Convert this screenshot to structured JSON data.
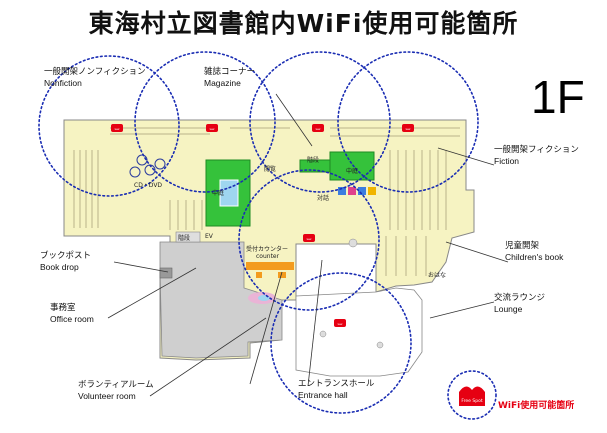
{
  "title": "東海村立図書館内WiFi使用可能箇所",
  "floor": "1F",
  "areas": {
    "nonfiction": {
      "ja": "一般開架ノンフィクション",
      "en": "Nonfiction"
    },
    "magazine": {
      "ja": "雑誌コーナー",
      "en": "Magazine"
    },
    "fiction": {
      "ja": "一般開架フィクション",
      "en": "Fiction"
    },
    "bookdrop": {
      "ja": "ブックポスト",
      "en": "Book drop"
    },
    "office": {
      "ja": "事務室",
      "en": "Office room"
    },
    "childrens": {
      "ja": "児童開架",
      "en": "Children's book"
    },
    "lounge": {
      "ja": "交流ラウンジ",
      "en": "Lounge"
    },
    "volunteer": {
      "ja": "ボランティアルーム",
      "en": "Volunteer room"
    },
    "entrance": {
      "ja": "エントランスホール",
      "en": "Entrance hall"
    }
  },
  "map_labels": {
    "cd_dvd": "CD・DVD",
    "courtyard": "中庭",
    "stairs_left": "階段",
    "ev": "EV",
    "stairs_right": "階段",
    "courtyard_right": "中庭",
    "browse": "閲覧",
    "counter_ja": "受付カウンター",
    "counter_en": "counter",
    "ohana": "おはな",
    "taiwa": "対話"
  },
  "legend": {
    "label": "WiFi使用可能箇所",
    "badge_text": "Free Spot"
  },
  "colors": {
    "wifi_circle": "#1a2db3",
    "floor": "#f6f3c2",
    "green": "#35c23b",
    "red": "#e60012",
    "gray": "#c9c9c9"
  }
}
